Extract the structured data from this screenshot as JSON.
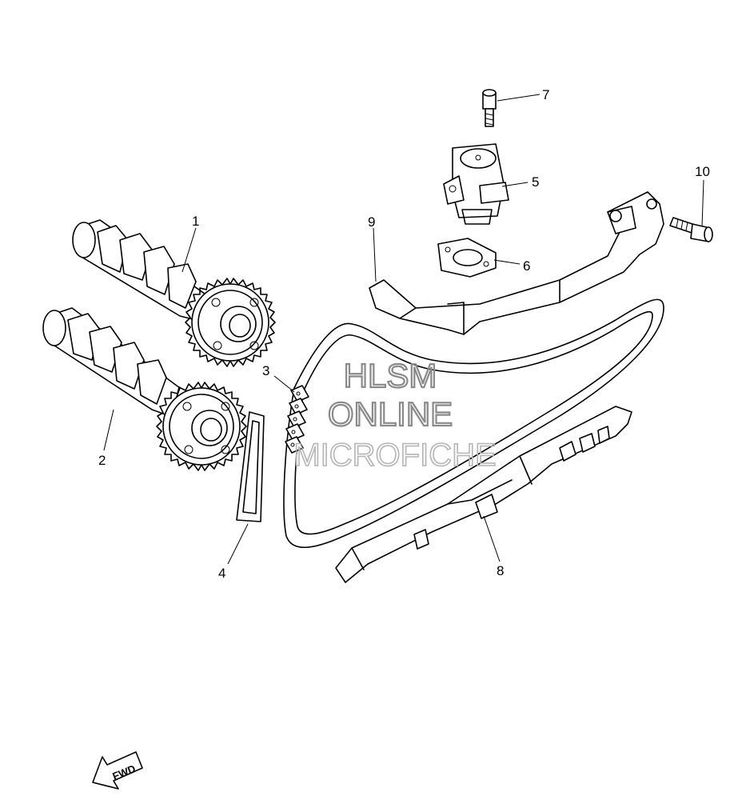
{
  "watermark": {
    "line1": "HLSM",
    "line2": "ONLINE",
    "line3": "MICROFICHE"
  },
  "callouts": [
    {
      "id": "1"
    },
    {
      "id": "2"
    },
    {
      "id": "3"
    },
    {
      "id": "4"
    },
    {
      "id": "5"
    },
    {
      "id": "6"
    },
    {
      "id": "7"
    },
    {
      "id": "8"
    },
    {
      "id": "9"
    },
    {
      "id": "10"
    }
  ],
  "fwd_label": "FWD"
}
